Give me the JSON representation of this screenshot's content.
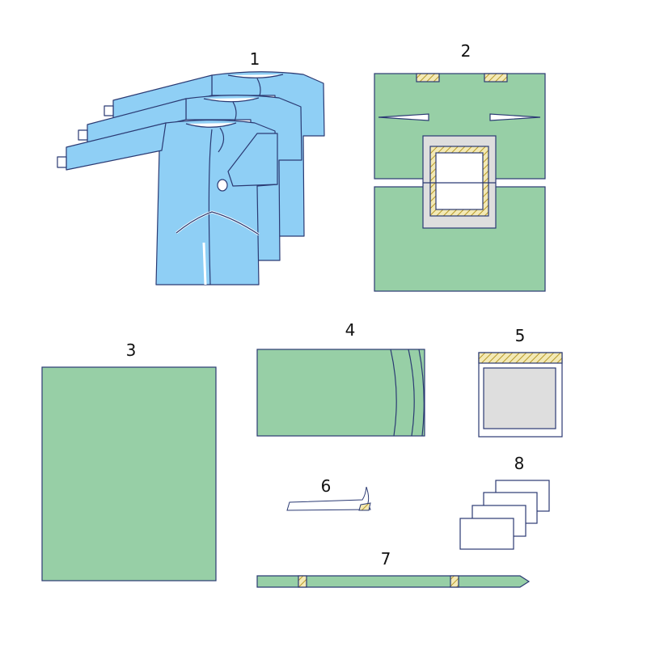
{
  "colors": {
    "green": "#97cfa6",
    "blue": "#8fcff5",
    "navy": "#2b3a73",
    "grey": "#dedede",
    "hatch": "#f3e9b5",
    "white": "#ffffff"
  },
  "items": [
    {
      "label": "1",
      "name": "surgical-gowns"
    },
    {
      "label": "2",
      "name": "split-drape"
    },
    {
      "label": "3",
      "name": "table-cover"
    },
    {
      "label": "4",
      "name": "folded-drape"
    },
    {
      "label": "5",
      "name": "adhesive-drape"
    },
    {
      "label": "6",
      "name": "adhesive-tape"
    },
    {
      "label": "7",
      "name": "drape-strip"
    },
    {
      "label": "8",
      "name": "hand-towels"
    }
  ]
}
